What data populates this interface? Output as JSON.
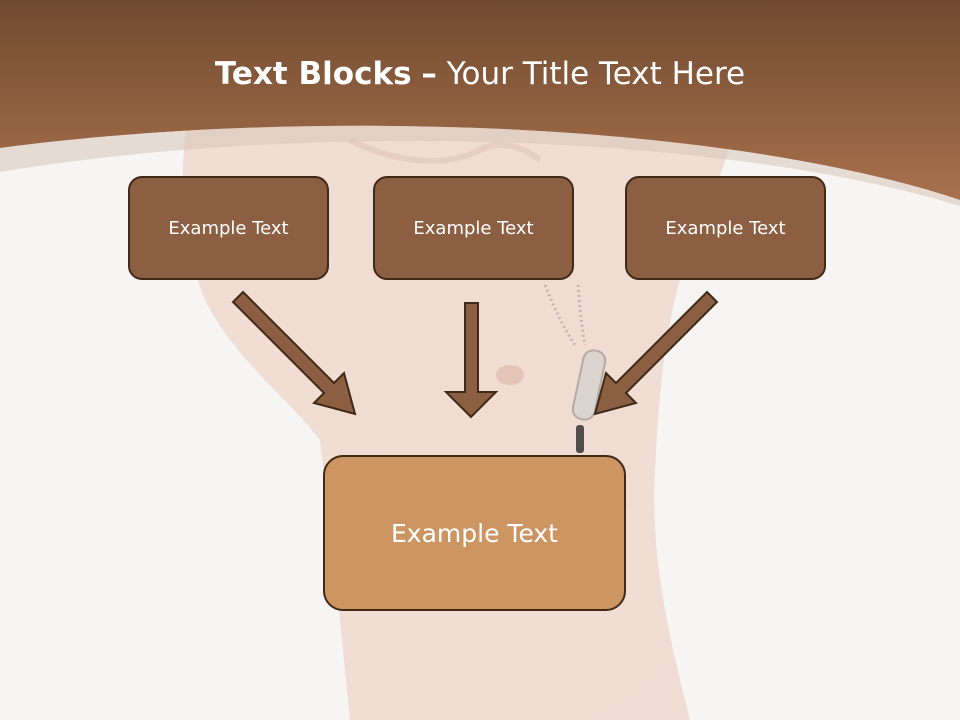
{
  "slide": {
    "title_bold": "Text Blocks",
    "title_dash": "–",
    "title_rest": "Your Title Text Here"
  },
  "blocks": {
    "top": [
      "Example Text",
      "Example Text",
      "Example Text"
    ],
    "main": "Example Text"
  },
  "colors": {
    "header_brown": "#8a5a3c",
    "block_dark": "#8c5f43",
    "block_light": "#cc9562",
    "block_border": "#3f2a18",
    "arrow_fill": "#8c5f43"
  },
  "background_image": "faded-torso-with-dog-tag-photo"
}
